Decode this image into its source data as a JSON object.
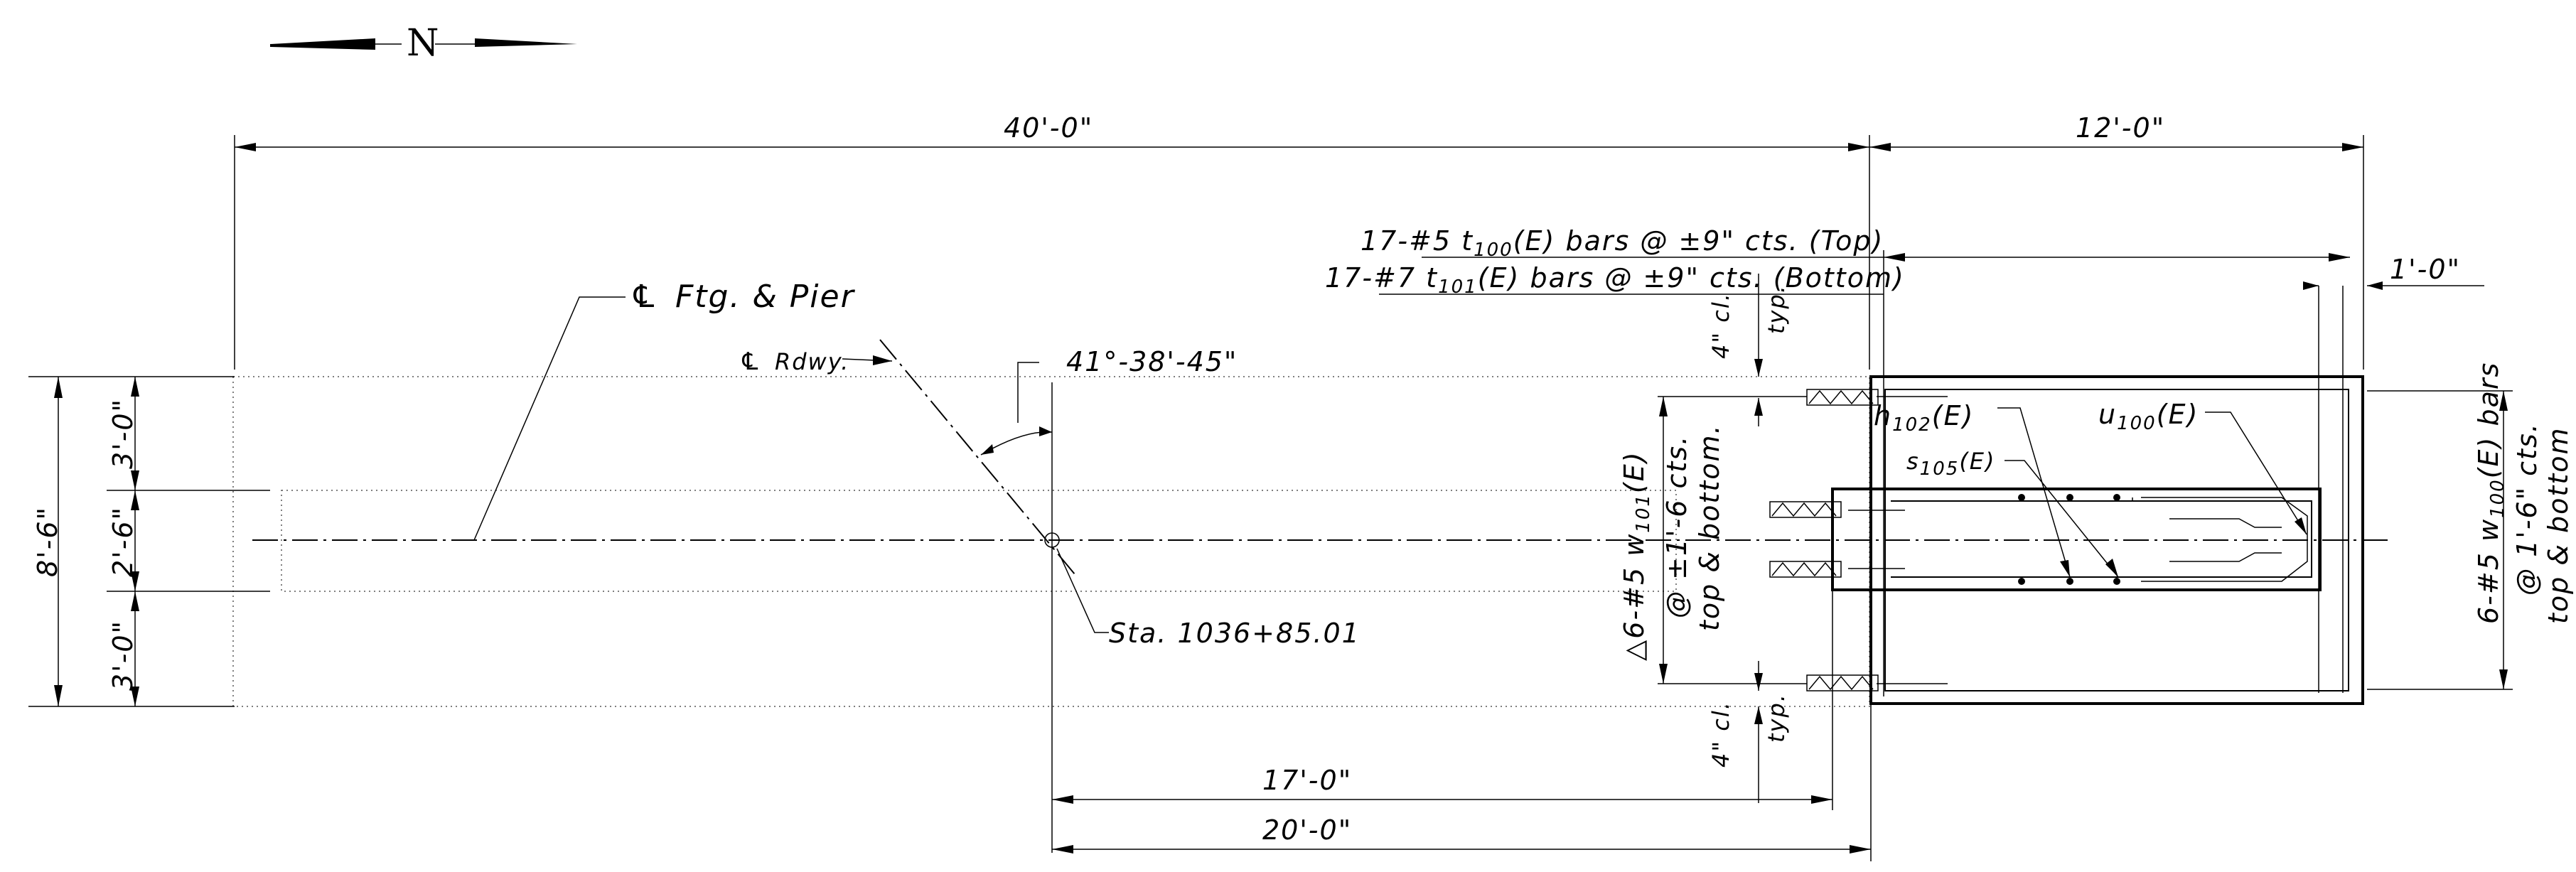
{
  "north_arrow": {
    "letter": "N",
    "icon": "north-arrow-icon"
  },
  "dimensions": {
    "overall_left": "40'-0\"",
    "overall_right": "12'-0\"",
    "offset_right": "1'-0\"",
    "height_total": "8'-6\"",
    "height_top": "3'-0\"",
    "height_mid": "2'-6\"",
    "height_bottom": "3'-0\"",
    "bottom_17": "17'-0\"",
    "bottom_20": "20'-0\""
  },
  "labels": {
    "cl_ftg_pier": "Ftg. & Pier",
    "cl_rdwy": "Rdwy.",
    "angle": "41°-38'-45\"",
    "station": "Sta. 1036+85.01"
  },
  "rebar": {
    "top_bars_pre": "17-#5 t",
    "top_bars_sub": "100",
    "top_bars_post": "(E) bars @ ±9\" cts. (Top)",
    "bottom_bars_pre": "17-#7 t",
    "bottom_bars_sub": "101",
    "bottom_bars_post": "(E) bars @ ±9\" cts. (Bottom)",
    "clear_top": "4\" cl.",
    "typ_top": "typ.",
    "clear_bottom": "4\" cl.",
    "typ_bottom": "typ.",
    "h_main": "h",
    "h_sub": "102",
    "h_post": "(E)",
    "u_main": "u",
    "u_sub": "100",
    "u_post": "(E)",
    "s_main": "s",
    "s_sub": "105",
    "s_post": "(E)",
    "w101_pre": "△6-#5 w",
    "w101_sub": "101",
    "w101_post": "(E)",
    "w101_line2": "@ ±1'-6 cts.",
    "w101_line3": "top & bottom.",
    "w100_pre": "6-#5 w",
    "w100_sub": "100",
    "w100_post": "(E) bars",
    "w100_line2": "@ 1'-6\" cts.",
    "w100_line3": "top & bottom"
  }
}
